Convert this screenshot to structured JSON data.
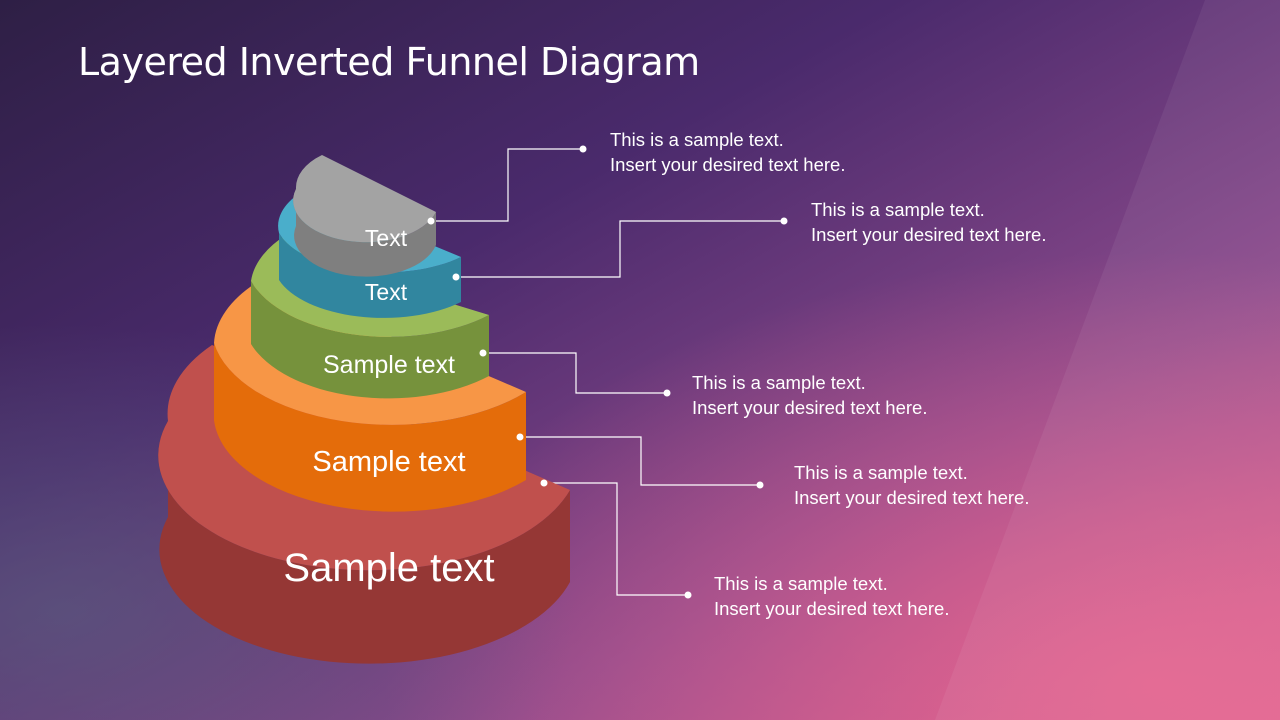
{
  "slide": {
    "title": "Layered Inverted Funnel Diagram"
  },
  "diagram": {
    "layers": [
      {
        "label": "Text",
        "colors": {
          "top": "#a3a3a3",
          "side": "#7f7f7f"
        }
      },
      {
        "label": "Text",
        "colors": {
          "top": "#4aaecb",
          "side": "#31869f"
        }
      },
      {
        "label": "Sample text",
        "colors": {
          "top": "#9bbb59",
          "side": "#76923c"
        }
      },
      {
        "label": "Sample text",
        "colors": {
          "top": "#f79646",
          "side": "#e46c0a"
        }
      },
      {
        "label": "Sample text",
        "colors": {
          "top": "#c0504d",
          "side": "#953735"
        }
      }
    ],
    "callouts": [
      {
        "line1": "This is a sample text.",
        "line2": "Insert your desired text here."
      },
      {
        "line1": "This is a sample text.",
        "line2": "Insert your desired text here."
      },
      {
        "line1": "This is a sample text.",
        "line2": "Insert your desired text here."
      },
      {
        "line1": "This is a sample text.",
        "line2": "Insert your desired text here."
      },
      {
        "line1": "This is a sample text.",
        "line2": "Insert your desired text here."
      }
    ],
    "connector_color": "#ffffff"
  }
}
